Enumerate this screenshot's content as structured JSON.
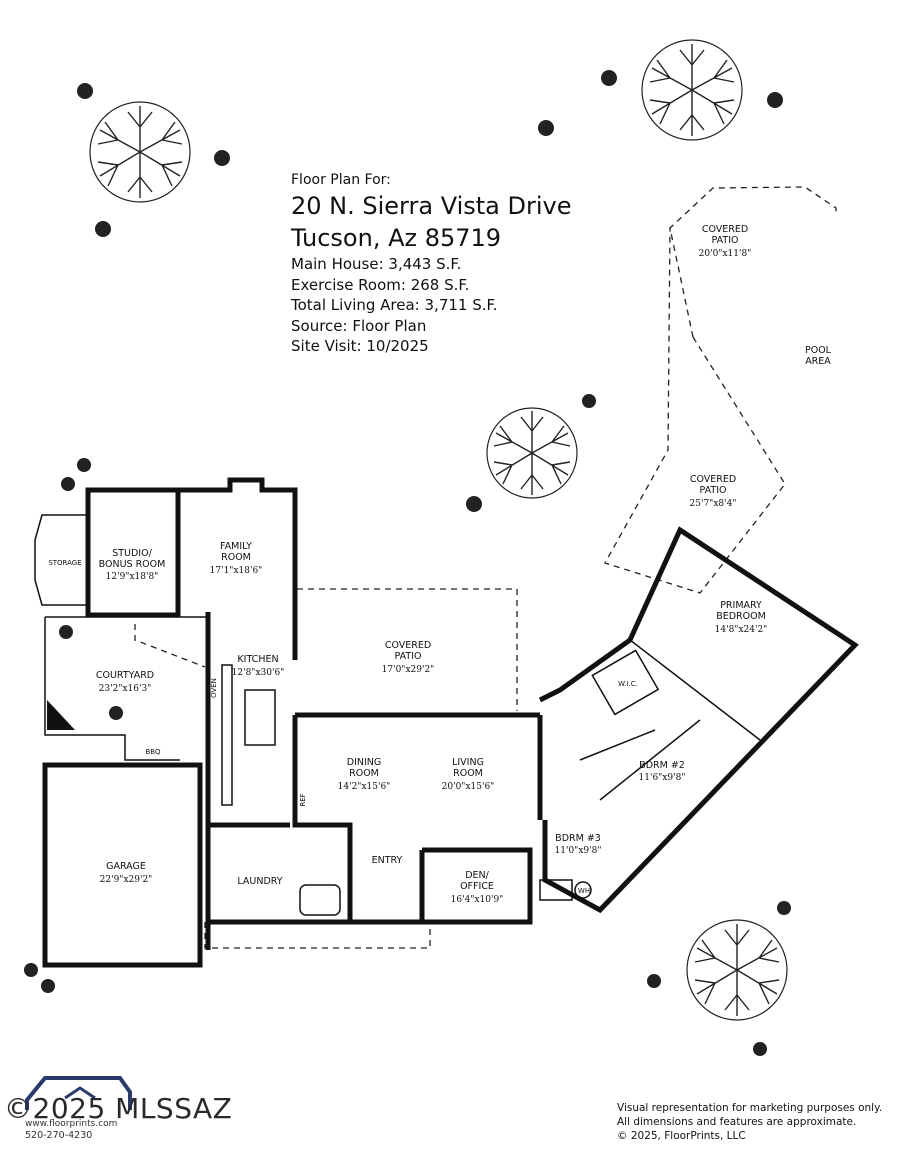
{
  "header": {
    "label": "Floor Plan For:",
    "address_line1": "20 N. Sierra Vista Drive",
    "address_line2": "Tucson, Az  85719",
    "main_house": "Main House:  3,443 S.F.",
    "exercise_room": "Exercise Room:  268 S.F.",
    "total_living": "Total Living Area:  3,711 S.F.",
    "source": "Source:  Floor Plan",
    "site_visit": "Site Visit:  10/2025"
  },
  "rooms": {
    "studio_name1": "STUDIO/",
    "studio_name2": "BONUS ROOM",
    "studio_dim": "12'9\"x18'8\"",
    "storage": "STORAGE",
    "family_name": "FAMILY",
    "family_name2": "ROOM",
    "family_dim": "17'1\"x18'6\"",
    "courtyard_name": "COURTYARD",
    "courtyard_dim": "23'2\"x16'3\"",
    "kitchen_name": "KITCHEN",
    "kitchen_dim": "12'8\"x30'6\"",
    "oven": "OVEN",
    "bbq": "BBQ",
    "covered_patio_name1": "COVERED",
    "covered_patio_name2": "PATIO",
    "covered_patio_dim": "17'0\"x29'2\"",
    "dining_name1": "DINING",
    "dining_name2": "ROOM",
    "dining_dim": "14'2\"x15'6\"",
    "living_name1": "LIVING",
    "living_name2": "ROOM",
    "living_dim": "20'0\"x15'6\"",
    "ref": "REF",
    "garage_name": "GARAGE",
    "garage_dim": "22'9\"x29'2\"",
    "laundry": "LAUNDRY",
    "entry": "ENTRY",
    "den_name1": "DEN/",
    "den_name2": "OFFICE",
    "den_dim": "16'4\"x10'9\"",
    "primary_name1": "PRIMARY",
    "primary_name2": "BEDROOM",
    "primary_dim": "14'8\"x24'2\"",
    "wic": "W.I.C.",
    "bdrm2_name": "BDRM #2",
    "bdrm2_dim": "11'6\"x9'8\"",
    "bdrm3_name": "BDRM #3",
    "bdrm3_dim": "11'0\"x9'8\"",
    "wh": "WH",
    "patio_top_name1": "COVERED",
    "patio_top_name2": "PATIO",
    "patio_top_dim": "20'0\"x11'8\"",
    "pool_name1": "POOL",
    "pool_name2": "AREA",
    "patio_right_name1": "COVERED",
    "patio_right_name2": "PATIO",
    "patio_right_dim": "25'7\"x8'4\""
  },
  "footer": {
    "disclaimer1": "Visual representation for marketing purposes only.",
    "disclaimer2": "All dimensions and features are approximate.",
    "copyright": "© 2025, FloorPrints, LLC",
    "logo_url": "www.floorprints.com",
    "logo_phone": "520-270-4230",
    "watermark": "©2025 MLSSAZ"
  },
  "icons": [
    "tree-icon",
    "shrub-icon",
    "floorprints-logo-icon"
  ]
}
